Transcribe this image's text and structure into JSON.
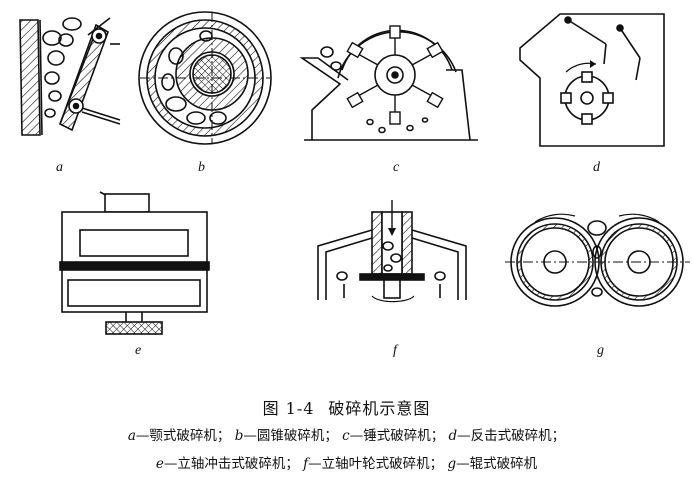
{
  "figure": {
    "number": "图 1-4",
    "title": "破碎机示意图"
  },
  "panels": [
    {
      "letter": "a",
      "name": "颚式破碎机"
    },
    {
      "letter": "b",
      "name": "圆锥破碎机"
    },
    {
      "letter": "c",
      "name": "锤式破碎机"
    },
    {
      "letter": "d",
      "name": "反击式破碎机"
    },
    {
      "letter": "e",
      "name": "立轴冲击式破碎机"
    },
    {
      "letter": "f",
      "name": "立轴叶轮式破碎机"
    },
    {
      "letter": "g",
      "name": "辊式破碎机"
    }
  ],
  "separators": {
    "dash": "—",
    "semicolon": "；"
  }
}
